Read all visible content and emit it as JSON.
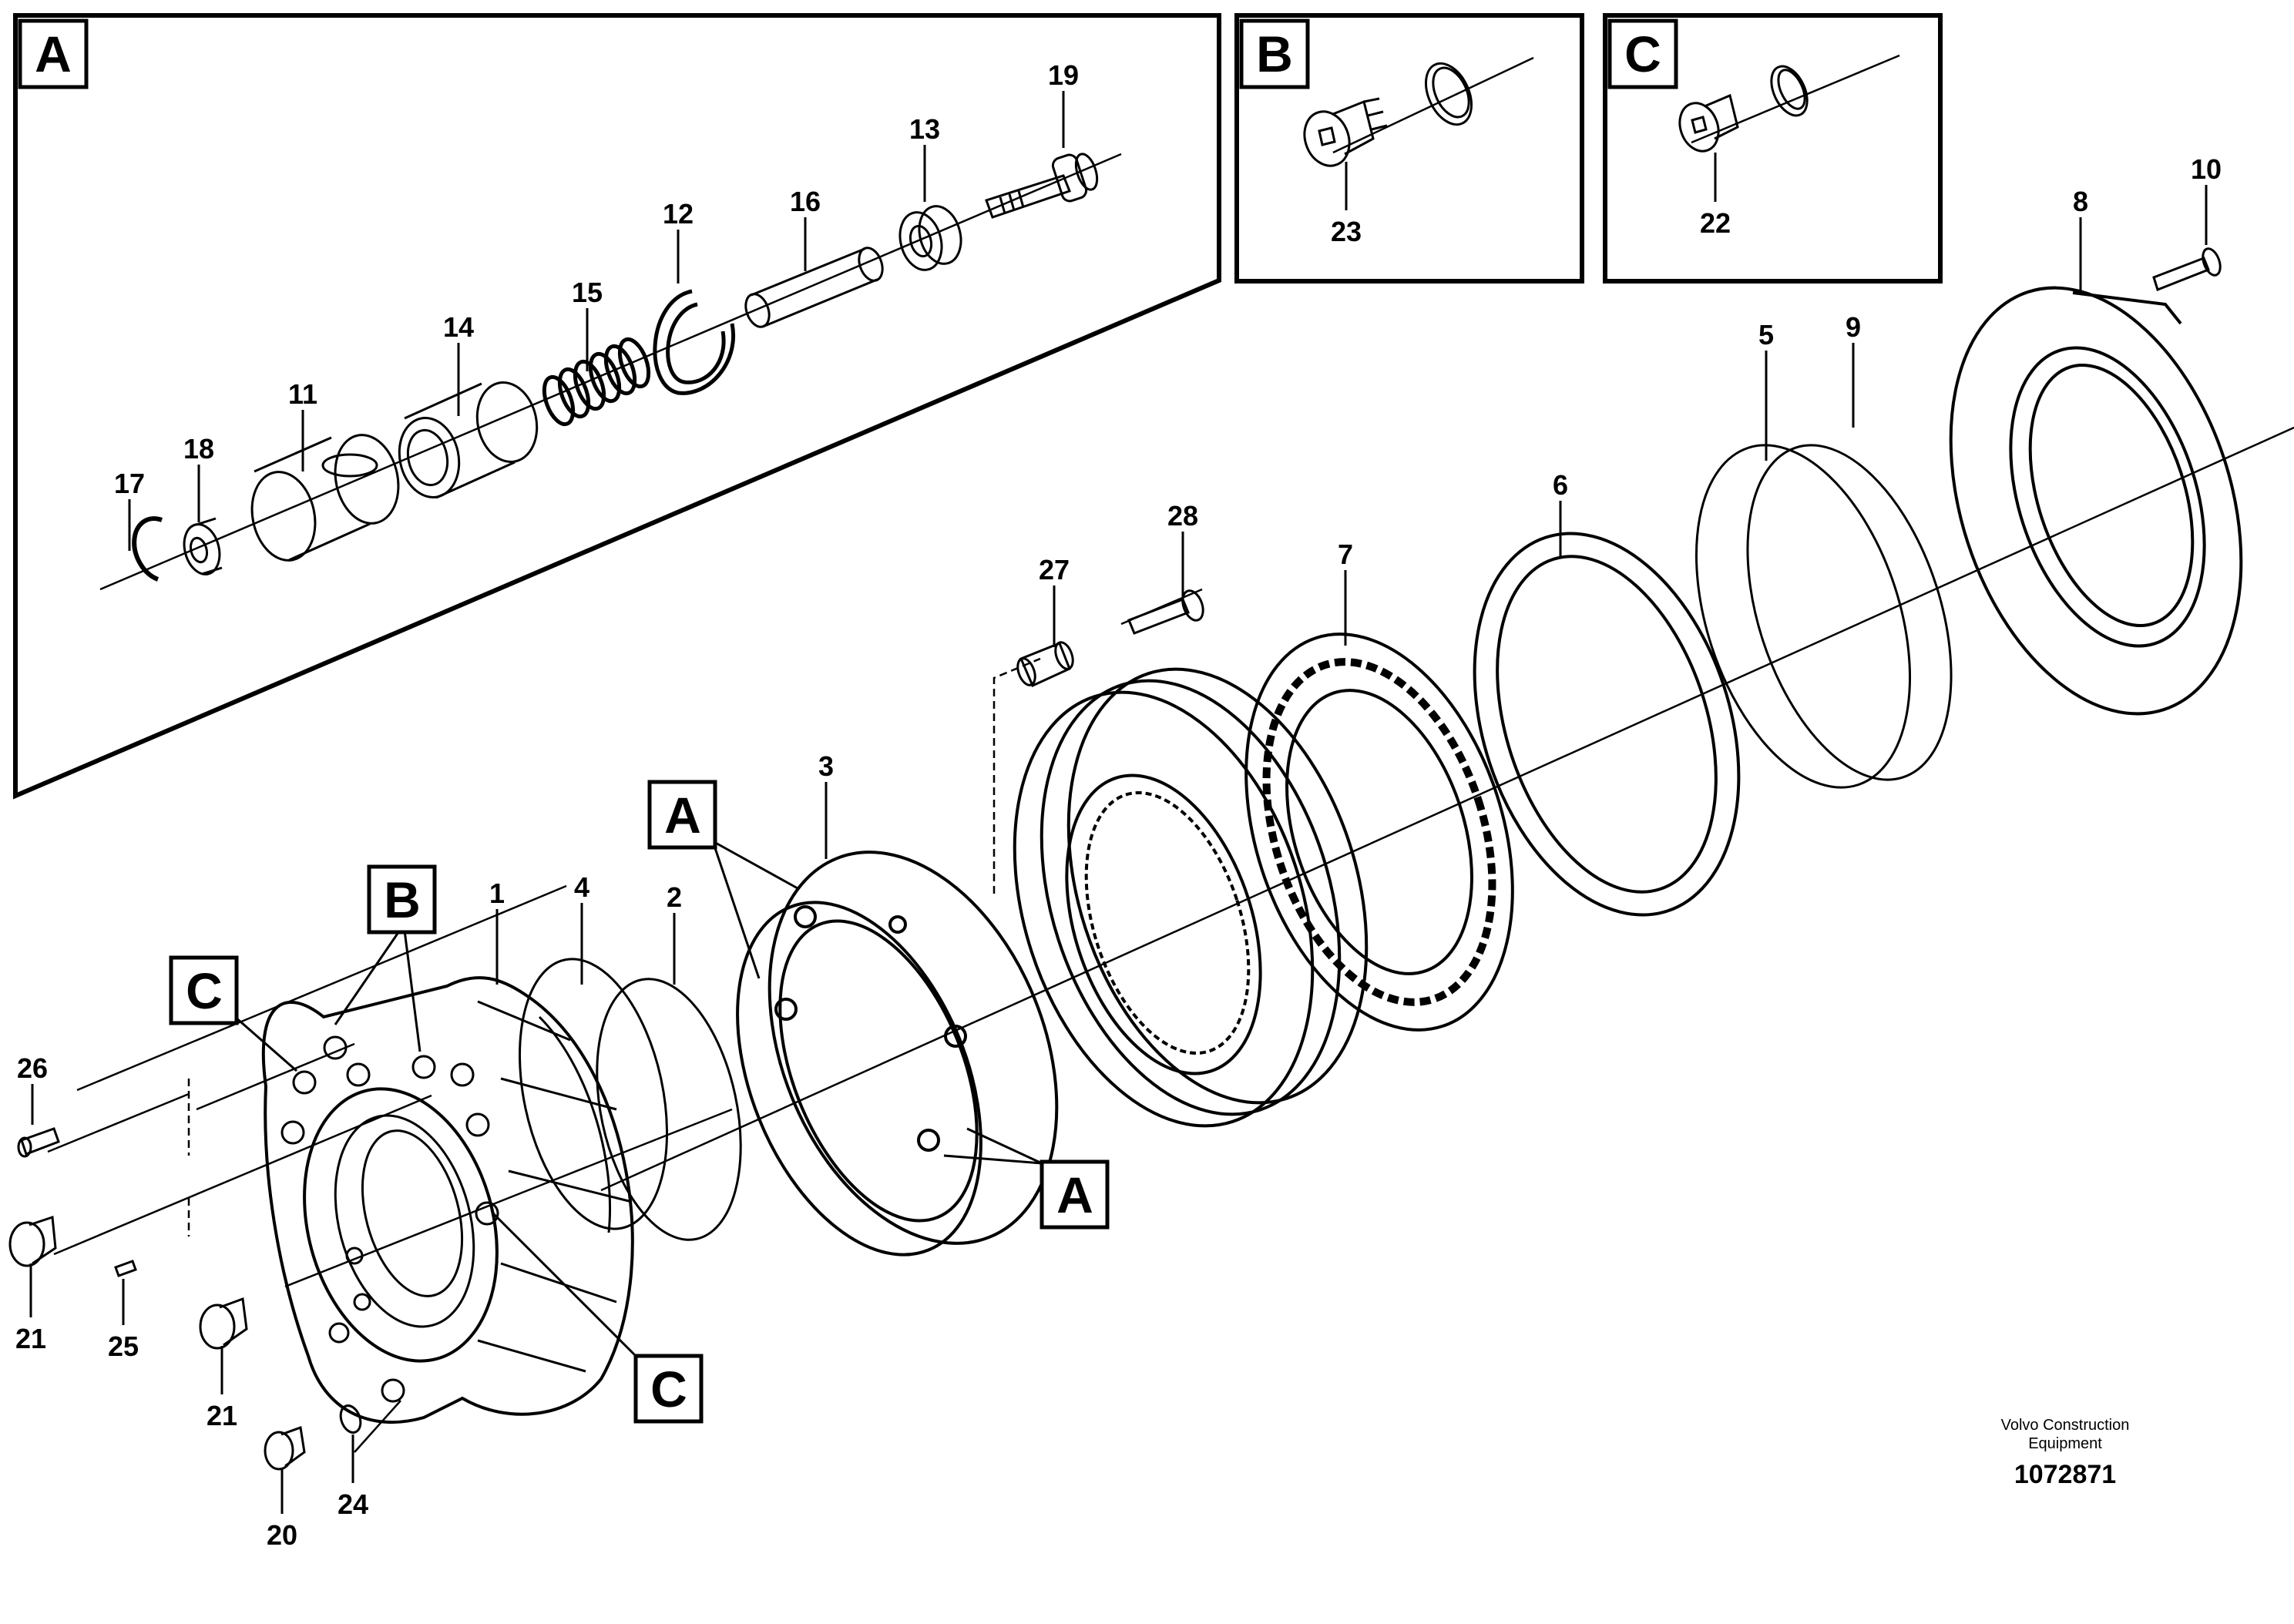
{
  "detail_boxes": [
    {
      "letter": "A"
    },
    {
      "letter": "B"
    },
    {
      "letter": "C"
    }
  ],
  "part_numbers": [
    "1",
    "2",
    "3",
    "4",
    "5",
    "6",
    "7",
    "8",
    "9",
    "10",
    "11",
    "12",
    "13",
    "14",
    "15",
    "16",
    "17",
    "18",
    "19",
    "20",
    "21",
    "21",
    "22",
    "23",
    "24",
    "25",
    "26",
    "27",
    "28"
  ],
  "callout_letters": [
    "A",
    "A",
    "B",
    "C",
    "C"
  ],
  "credit": {
    "line1": "Volvo Construction",
    "line2": "Equipment"
  },
  "document_number": "1072871",
  "colors": {
    "line": "#000000",
    "background": "#ffffff"
  }
}
